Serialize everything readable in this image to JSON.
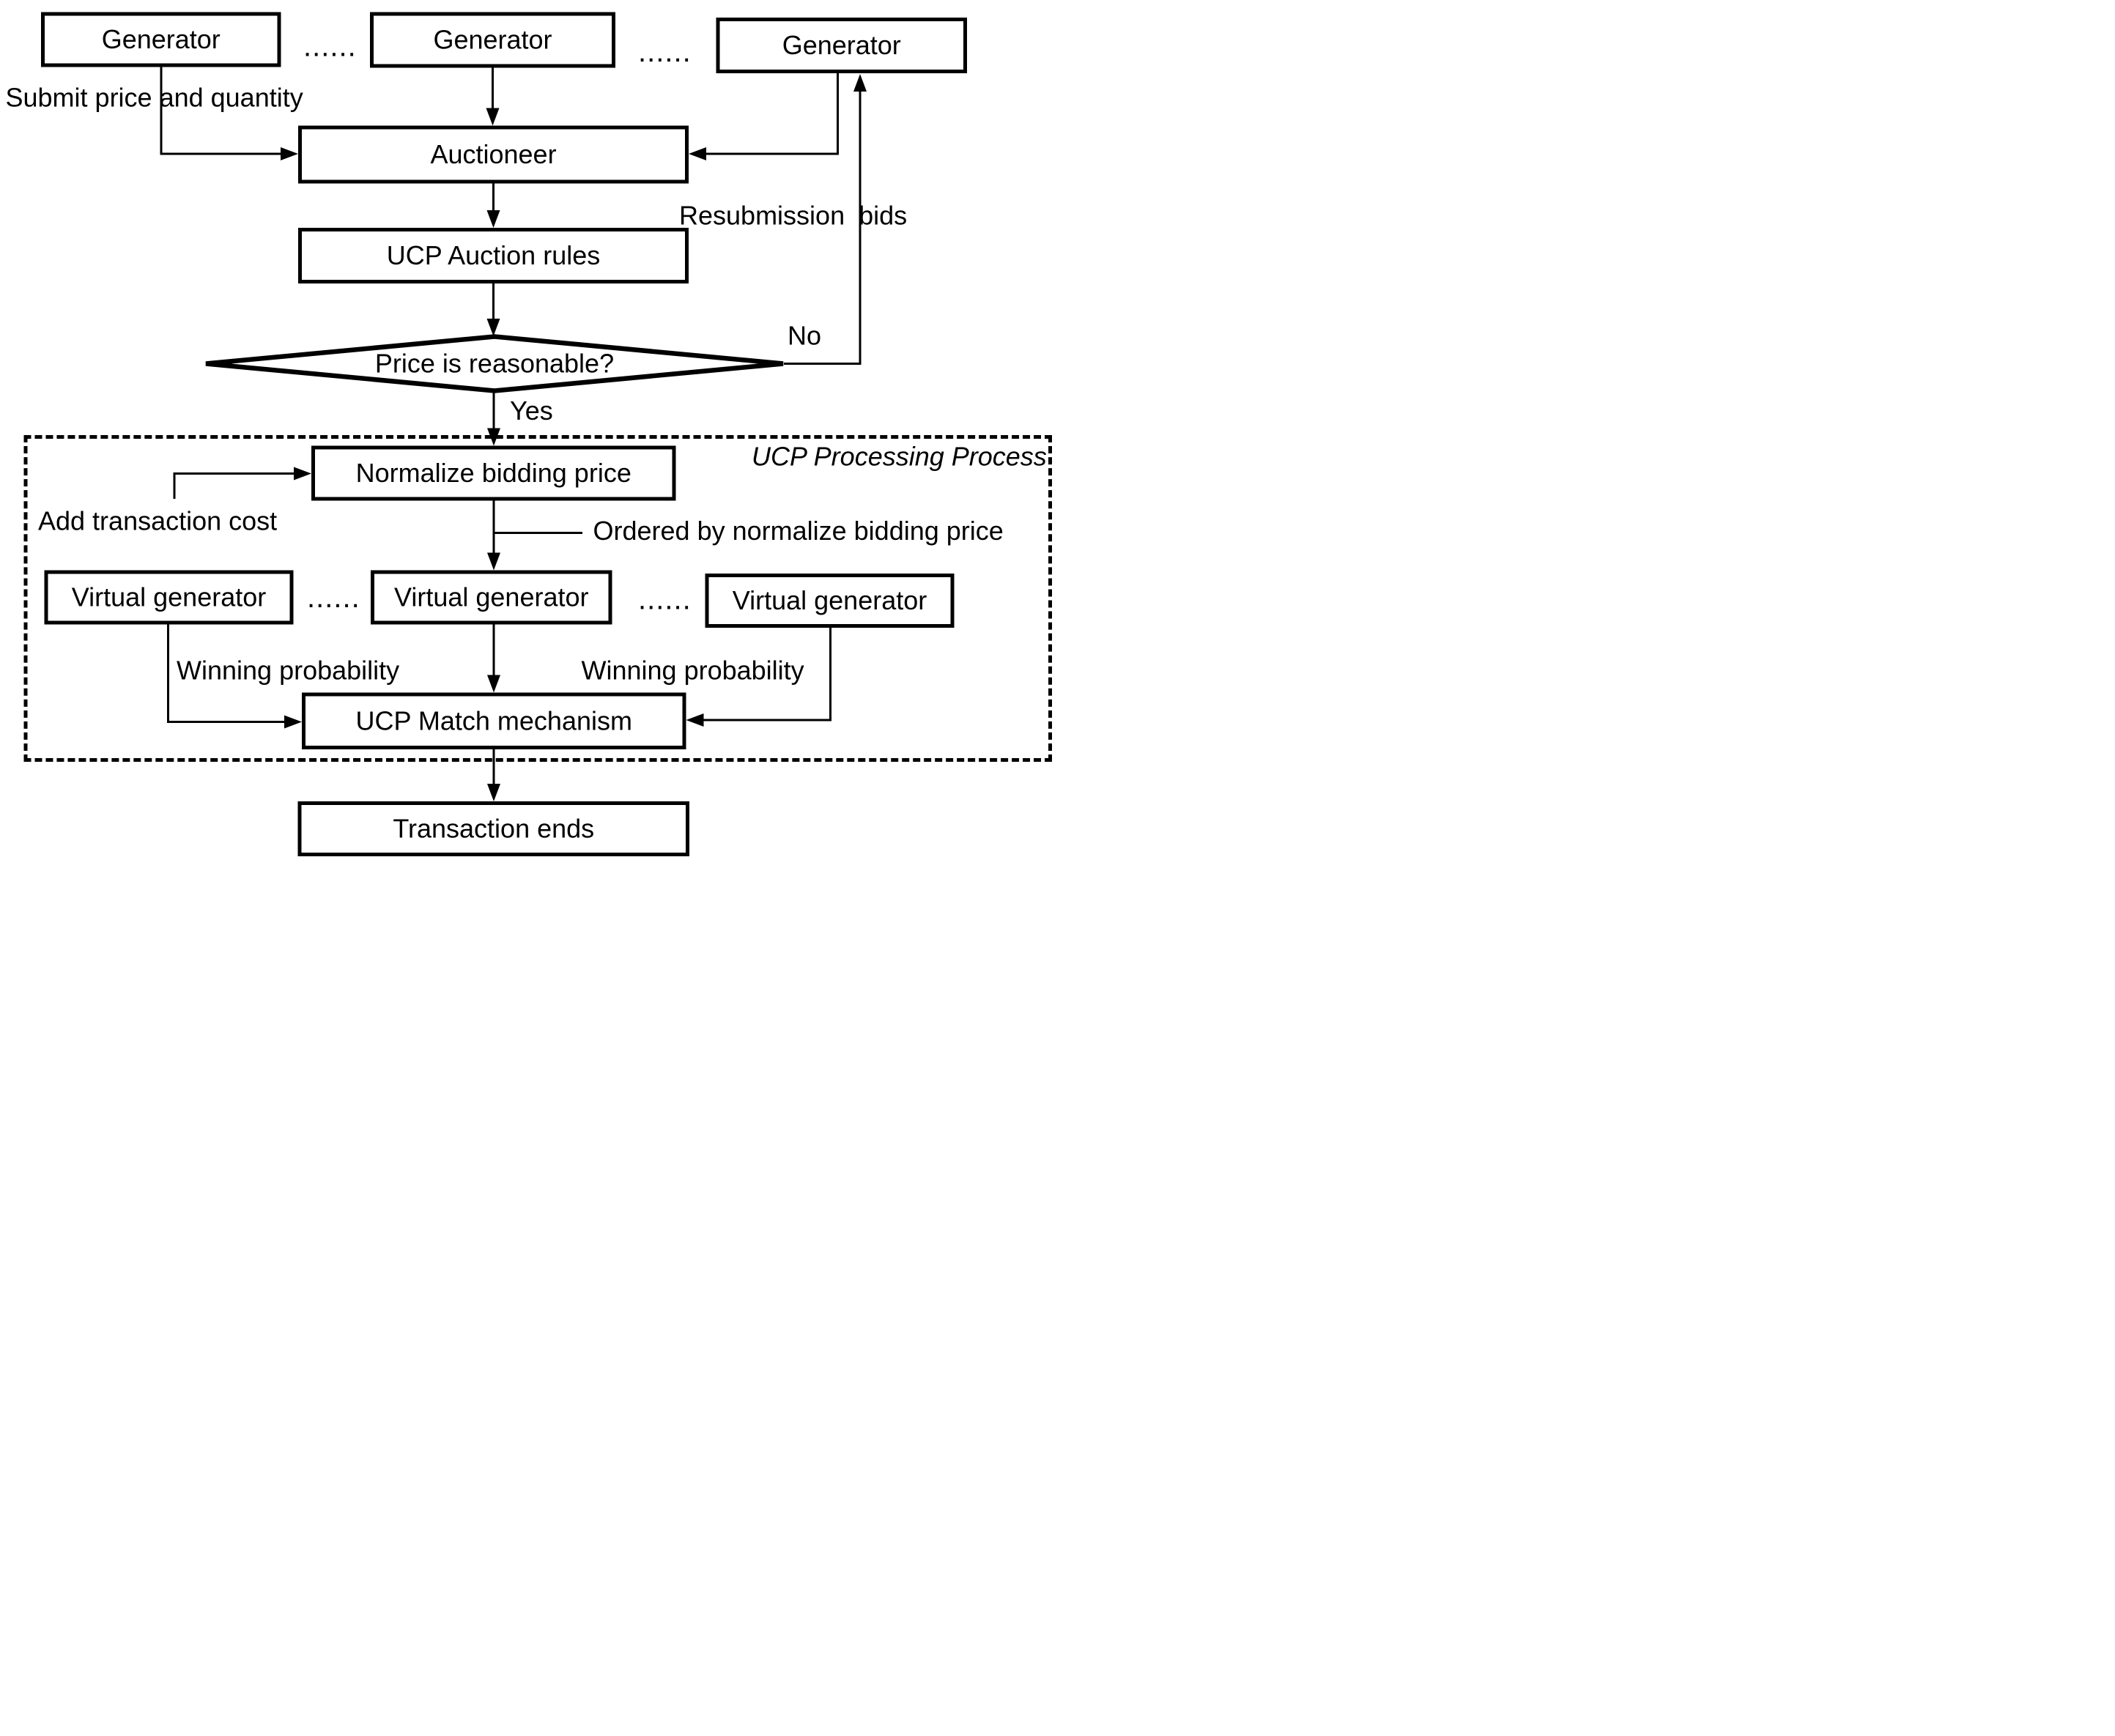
{
  "nodes": {
    "generator1": "Generator",
    "generator2": "Generator",
    "generator3": "Generator",
    "auctioneer": "Auctioneer",
    "ucp_auction_rules": "UCP Auction rules",
    "price_reasonable": "Price is reasonable?",
    "normalize_bidding_price": "Normalize bidding price",
    "virtual_generator1": "Virtual generator",
    "virtual_generator2": "Virtual generator",
    "virtual_generator3": "Virtual generator",
    "ucp_match_mechanism": "UCP Match mechanism",
    "transaction_ends": "Transaction ends"
  },
  "labels": {
    "submit_price_quantity": "Submit price and quantity",
    "resubmission_bids": "Resubmission bids",
    "no": "No",
    "yes": "Yes",
    "ucp_processing_process": "UCP Processing Process",
    "add_transaction_cost": "Add transaction cost",
    "ordered_by_price": "Ordered by normalize bidding price",
    "winning_probability_left": "Winning probability",
    "winning_probability_right": "Winning probability",
    "ellipsis": "......"
  },
  "colors": {
    "line": "#000000",
    "text": "#000000",
    "background": "#ffffff"
  }
}
